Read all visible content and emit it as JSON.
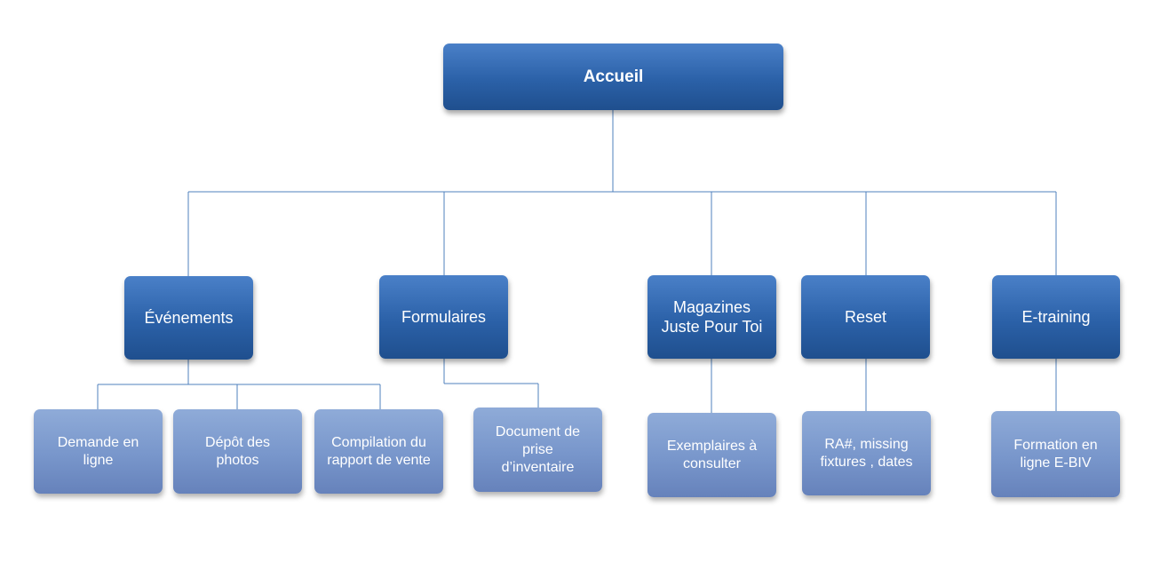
{
  "diagram": {
    "root": {
      "label": "Accueil"
    },
    "level1": [
      {
        "id": "evenements",
        "label": "Événements"
      },
      {
        "id": "formulaires",
        "label": "Formulaires"
      },
      {
        "id": "magazines",
        "label": "Magazines\nJuste Pour Toi"
      },
      {
        "id": "reset",
        "label": "Reset"
      },
      {
        "id": "etraining",
        "label": "E-training"
      }
    ],
    "level2": [
      {
        "id": "demande",
        "parent": "evenements",
        "label": "Demande en\nligne"
      },
      {
        "id": "depot",
        "parent": "evenements",
        "label": "Dépôt des\nphotos"
      },
      {
        "id": "compilation",
        "parent": "evenements",
        "label": "Compilation  du\nrapport de vente"
      },
      {
        "id": "document",
        "parent": "formulaires",
        "label": "Document de\nprise\nd’inventaire"
      },
      {
        "id": "exemplaires",
        "parent": "magazines",
        "label": "Exemplaires à\nconsulter"
      },
      {
        "id": "ra",
        "parent": "reset",
        "label": "RA#, missing\nfixtures , dates"
      },
      {
        "id": "formation",
        "parent": "etraining",
        "label": "Formation en\nligne E-BIV"
      }
    ]
  },
  "colors": {
    "primary_box": "#2b61a8",
    "secondary_box": "#7896cb",
    "connector": "#4f81bd",
    "text": "#ffffff"
  }
}
